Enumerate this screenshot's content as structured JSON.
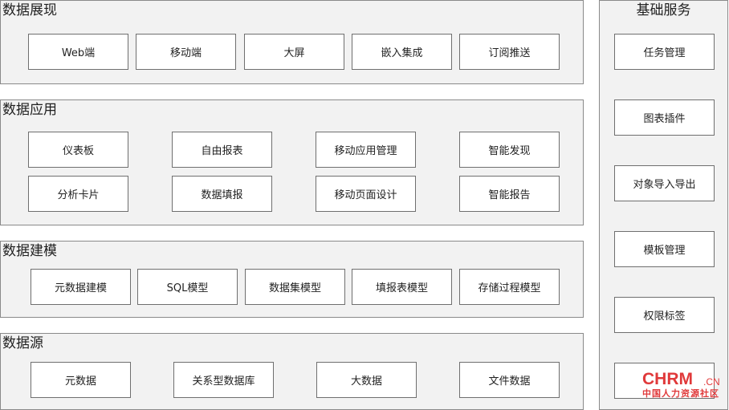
{
  "layers": {
    "presentation": {
      "title": "数据展现",
      "items": [
        "Web端",
        "移动端",
        "大屏",
        "嵌入集成",
        "订阅推送"
      ]
    },
    "application": {
      "title": "数据应用",
      "items": [
        "仪表板",
        "自由报表",
        "移动应用管理",
        "智能发现",
        "分析卡片",
        "数据填报",
        "移动页面设计",
        "智能报告"
      ]
    },
    "modeling": {
      "title": "数据建模",
      "items": [
        "元数据建模",
        "SQL模型",
        "数据集模型",
        "填报表模型",
        "存储过程模型"
      ]
    },
    "source": {
      "title": "数据源",
      "items": [
        "元数据",
        "关系型数据库",
        "大数据",
        "文件数据"
      ]
    }
  },
  "services": {
    "title": "基础服务",
    "items": [
      "任务管理",
      "图表插件",
      "对象导入导出",
      "模板管理",
      "权限标签",
      ""
    ]
  },
  "watermark": {
    "main": "CHRM",
    "suffix": ".CN",
    "sub": "中国人力资源社区"
  },
  "colors": {
    "panel_bg": "#f2f2f2",
    "panel_border": "#8a8a8a",
    "box_bg": "#ffffff",
    "box_border": "#6f6f6f",
    "watermark": "#e0393a"
  }
}
